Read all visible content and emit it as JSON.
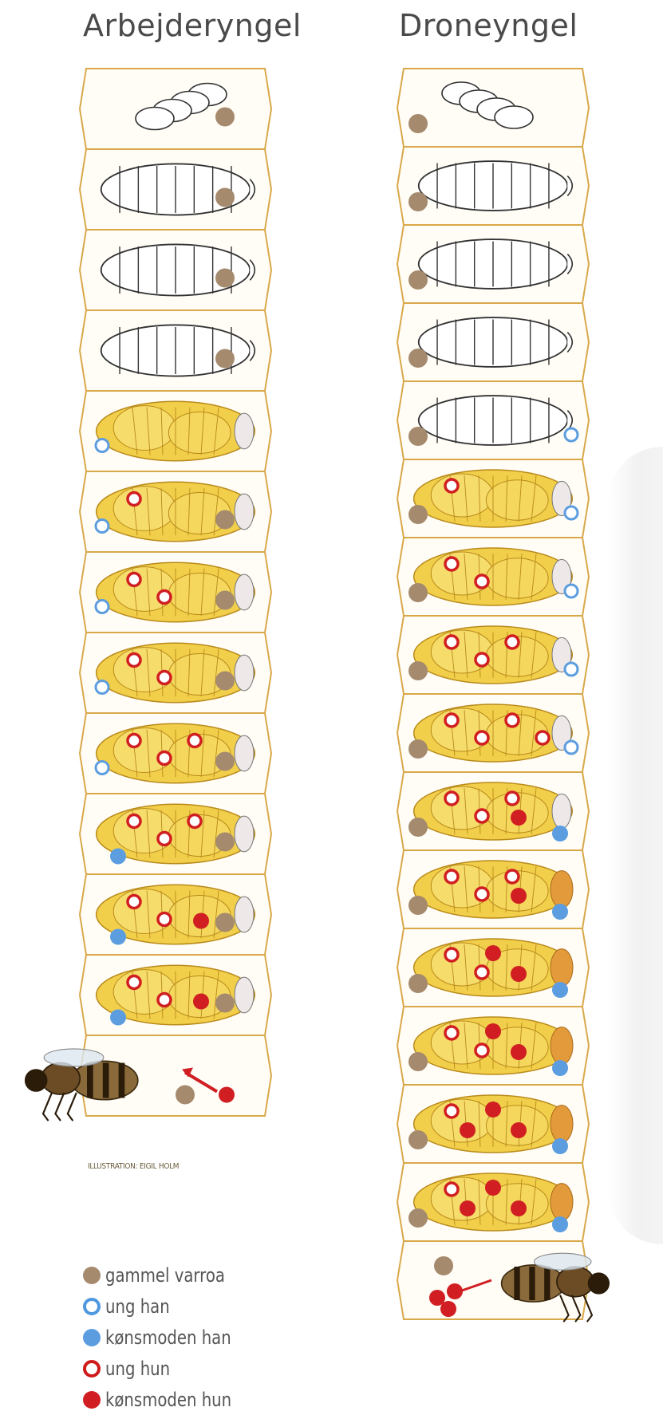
{
  "columns": {
    "worker_title": "Arbejderyngel",
    "drone_title": "Droneyngel"
  },
  "credit": "ILLUSTRATION: EIGIL HOLM",
  "legend": [
    {
      "symbol": "old-varroa",
      "label": "gammel varroa"
    },
    {
      "symbol": "young-male",
      "label": "ung han"
    },
    {
      "symbol": "adult-male",
      "label": "kønsmoden han"
    },
    {
      "symbol": "young-female",
      "label": "ung hun"
    },
    {
      "symbol": "adult-female",
      "label": "kønsmoden hun"
    }
  ],
  "colors": {
    "old_varroa": "#a58a6e",
    "male": "#5c9de0",
    "female": "#d01e22",
    "cell_border": "#d9a84a",
    "pupa_yellow": "#f2cf4a"
  },
  "worker_stages": [
    {
      "stage": "larva",
      "old": 1,
      "young_male": 0,
      "adult_male": 0,
      "young_female": 0,
      "adult_female": 0
    },
    {
      "stage": "white-pupa",
      "old": 1,
      "young_male": 0,
      "adult_male": 0,
      "young_female": 0,
      "adult_female": 0
    },
    {
      "stage": "white-pupa",
      "old": 1,
      "young_male": 0,
      "adult_male": 0,
      "young_female": 0,
      "adult_female": 0
    },
    {
      "stage": "white-pupa",
      "old": 1,
      "young_male": 0,
      "adult_male": 0,
      "young_female": 0,
      "adult_female": 0
    },
    {
      "stage": "yellow-pupa",
      "old": 0,
      "young_male": 1,
      "adult_male": 0,
      "young_female": 0,
      "adult_female": 0
    },
    {
      "stage": "yellow-pupa",
      "old": 1,
      "young_male": 1,
      "adult_male": 0,
      "young_female": 1,
      "adult_female": 0
    },
    {
      "stage": "yellow-pupa",
      "old": 1,
      "young_male": 1,
      "adult_male": 0,
      "young_female": 2,
      "adult_female": 0
    },
    {
      "stage": "yellow-pupa",
      "old": 1,
      "young_male": 1,
      "adult_male": 0,
      "young_female": 2,
      "adult_female": 0
    },
    {
      "stage": "yellow-pupa",
      "old": 1,
      "young_male": 1,
      "adult_male": 0,
      "young_female": 3,
      "adult_female": 0
    },
    {
      "stage": "yellow-pupa",
      "old": 1,
      "young_male": 0,
      "adult_male": 1,
      "young_female": 3,
      "adult_female": 0
    },
    {
      "stage": "yellow-pupa",
      "old": 1,
      "young_male": 0,
      "adult_male": 1,
      "young_female": 2,
      "adult_female": 1
    },
    {
      "stage": "yellow-pupa",
      "old": 1,
      "young_male": 0,
      "adult_male": 1,
      "young_female": 2,
      "adult_female": 1
    },
    {
      "stage": "emerged-bee",
      "old": 1,
      "young_male": 0,
      "adult_male": 0,
      "young_female": 0,
      "adult_female": 1
    }
  ],
  "drone_stages": [
    {
      "stage": "larva",
      "old": 1,
      "young_male": 0,
      "adult_male": 0,
      "young_female": 0,
      "adult_female": 0
    },
    {
      "stage": "white-pupa",
      "old": 1,
      "young_male": 0,
      "adult_male": 0,
      "young_female": 0,
      "adult_female": 0
    },
    {
      "stage": "white-pupa",
      "old": 1,
      "young_male": 0,
      "adult_male": 0,
      "young_female": 0,
      "adult_female": 0
    },
    {
      "stage": "white-pupa",
      "old": 1,
      "young_male": 0,
      "adult_male": 0,
      "young_female": 0,
      "adult_female": 0
    },
    {
      "stage": "white-pupa",
      "old": 1,
      "young_male": 1,
      "adult_male": 0,
      "young_female": 0,
      "adult_female": 0
    },
    {
      "stage": "yellow-pupa",
      "old": 1,
      "young_male": 1,
      "adult_male": 0,
      "young_female": 1,
      "adult_female": 0
    },
    {
      "stage": "yellow-pupa",
      "old": 1,
      "young_male": 1,
      "adult_male": 0,
      "young_female": 2,
      "adult_female": 0
    },
    {
      "stage": "yellow-pupa",
      "old": 1,
      "young_male": 1,
      "adult_male": 0,
      "young_female": 3,
      "adult_female": 0
    },
    {
      "stage": "yellow-pupa",
      "old": 1,
      "young_male": 1,
      "adult_male": 0,
      "young_female": 4,
      "adult_female": 0
    },
    {
      "stage": "yellow-pupa",
      "old": 1,
      "young_male": 0,
      "adult_male": 1,
      "young_female": 3,
      "adult_female": 1
    },
    {
      "stage": "yellow-pupa-dark",
      "old": 1,
      "young_male": 0,
      "adult_male": 1,
      "young_female": 3,
      "adult_female": 1
    },
    {
      "stage": "yellow-pupa-dark",
      "old": 1,
      "young_male": 0,
      "adult_male": 1,
      "young_female": 2,
      "adult_female": 2
    },
    {
      "stage": "yellow-pupa-dark",
      "old": 1,
      "young_male": 0,
      "adult_male": 1,
      "young_female": 2,
      "adult_female": 2
    },
    {
      "stage": "yellow-pupa-dark",
      "old": 1,
      "young_male": 0,
      "adult_male": 1,
      "young_female": 1,
      "adult_female": 3
    },
    {
      "stage": "yellow-pupa-dark",
      "old": 1,
      "young_male": 0,
      "adult_male": 1,
      "young_female": 1,
      "adult_female": 3
    },
    {
      "stage": "emerged-drone",
      "old": 1,
      "young_male": 0,
      "adult_male": 0,
      "young_female": 0,
      "adult_female": 3
    }
  ]
}
